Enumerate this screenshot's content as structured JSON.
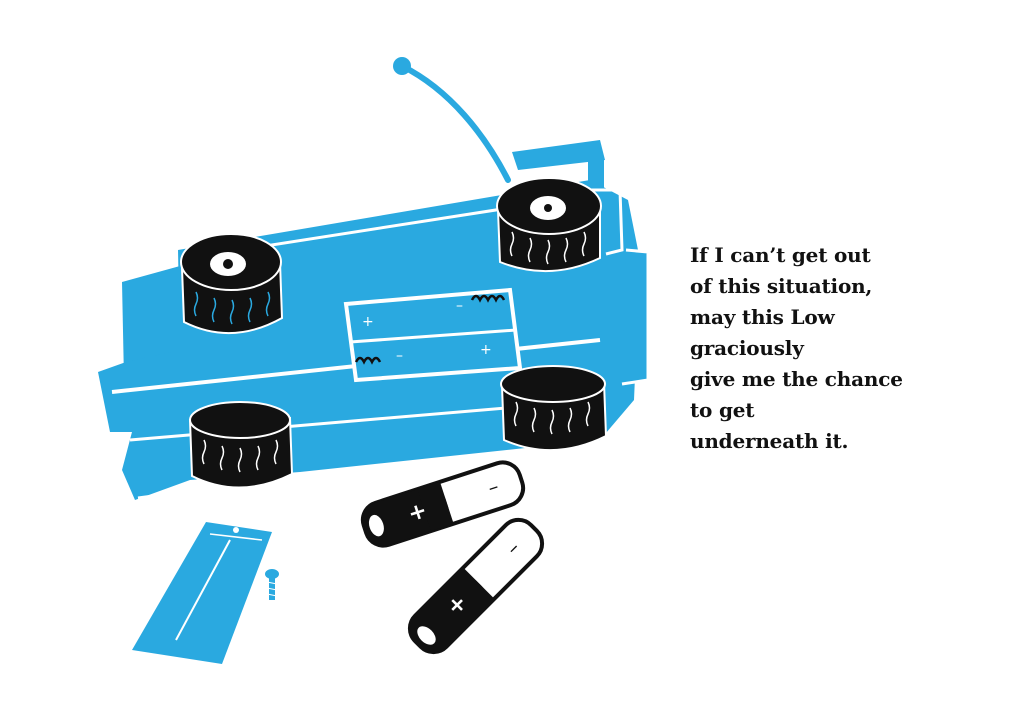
{
  "caption": {
    "lines": [
      "If I can’t get out",
      "of this situation,",
      "may this Low",
      "graciously",
      "give me the chance",
      "to get",
      "underneath it."
    ]
  },
  "illustration": {
    "car_icon": "upturned-toy-car-icon",
    "battery_icon": "battery-icon",
    "screw_icon": "screw-icon",
    "cover_icon": "battery-cover-icon"
  },
  "colors": {
    "car_blue": "#2aa9e0",
    "ink": "#111111",
    "paper": "#ffffff"
  }
}
